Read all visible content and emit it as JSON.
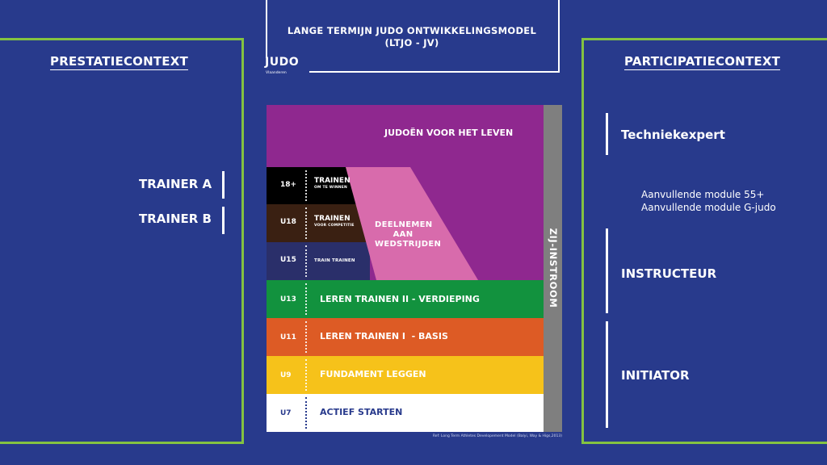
{
  "header": {
    "title_line1": "LANGE TERMIJN JUDO ONTWIKKELINGSMODEL",
    "title_line2": "(LTJO - JV)"
  },
  "logo": {
    "text": "JUDO",
    "sub": "Vlaanderen"
  },
  "left_panel": {
    "title": "PRESTATIECONTEXT",
    "trainers": [
      "TRAINER A",
      "TRAINER B"
    ]
  },
  "right_panel": {
    "title": "PARTICIPATIECONTEXT",
    "techniekexpert": "Techniekexpert",
    "modules": [
      "Aanvullende module 55+",
      "Aanvullende module G-judo"
    ],
    "instructeur": "INSTRUCTEUR",
    "initiator": "INITIATOR"
  },
  "model": {
    "top_label": "JUDOËN VOOR HET LEVEN",
    "side_label": "ZIJ-INSTROOM",
    "competition_label": [
      "DEELNEMEN",
      "AAN",
      "WEDSTRIJDEN"
    ],
    "top_rows": [
      {
        "age": "18+",
        "main": "TRAINEN",
        "sub": "OM TE WINNEN",
        "color": "#000000"
      },
      {
        "age": "U18",
        "main": "TRAINEN",
        "sub": "VOOR COMPETITIE",
        "color": "#3a2012"
      },
      {
        "age": "U15",
        "main": "",
        "sub": "TRAIN TRAINEN",
        "color": "#2a2f6a"
      }
    ],
    "bands": [
      {
        "age": "U13",
        "label": "LEREN TRAINEN II - VERDIEPING",
        "color": "#12923e"
      },
      {
        "age": "U11",
        "label": "LEREN TRAINEN I  - BASIS",
        "color": "#dd5b25"
      },
      {
        "age": "U9",
        "label": "FUNDAMENT LEGGEN",
        "color": "#f6c21a"
      },
      {
        "age": "U7",
        "label": "ACTIEF STARTEN",
        "color": "#ffffff"
      }
    ],
    "colors": {
      "purple": "#8f288f",
      "pink": "#d86bac",
      "grey": "#7f7f7f",
      "background": "#283a8c",
      "accent_green": "#84c341"
    }
  },
  "reference": "Ref: Long Term Athletes Developement Model (Balyi, Way & Higs,2013)"
}
